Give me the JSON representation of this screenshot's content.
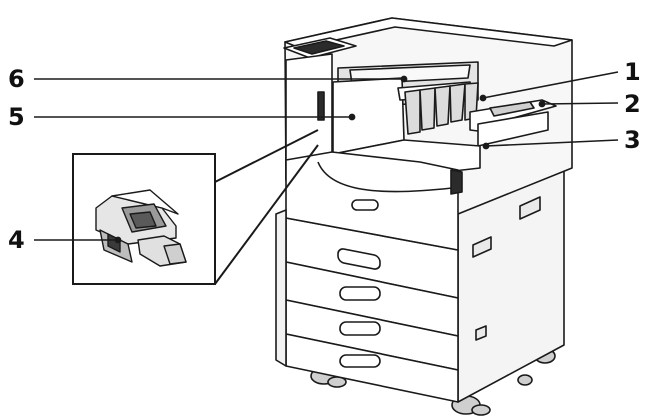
{
  "diagram": {
    "type": "labeled-product-illustration",
    "subject": "printer",
    "callouts": [
      {
        "label": "1"
      },
      {
        "label": "2"
      },
      {
        "label": "3"
      },
      {
        "label": "4"
      },
      {
        "label": "5"
      },
      {
        "label": "6"
      }
    ]
  },
  "colors": {
    "outline": "#1a1a1a",
    "body": "#ffffff",
    "shade": "#dcdcdc",
    "dark": "#2b2b2b",
    "label": "#111111"
  }
}
